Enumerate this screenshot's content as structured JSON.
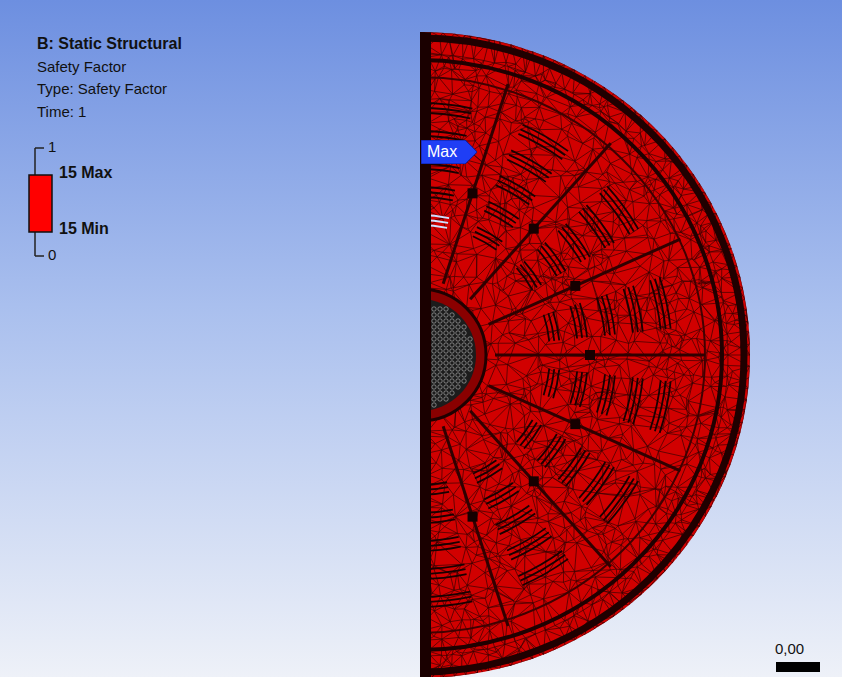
{
  "diagram": {
    "title": "B: Static Structural",
    "nodes": [
      {
        "text": [
          "Max"
        ]
      }
    ],
    "edges": [],
    "labels": [
      "Safety Factor",
      "Type: Safety Factor",
      "Time: 1",
      "1",
      "15 Max",
      "15 Min",
      "0",
      "0,00"
    ]
  }
}
